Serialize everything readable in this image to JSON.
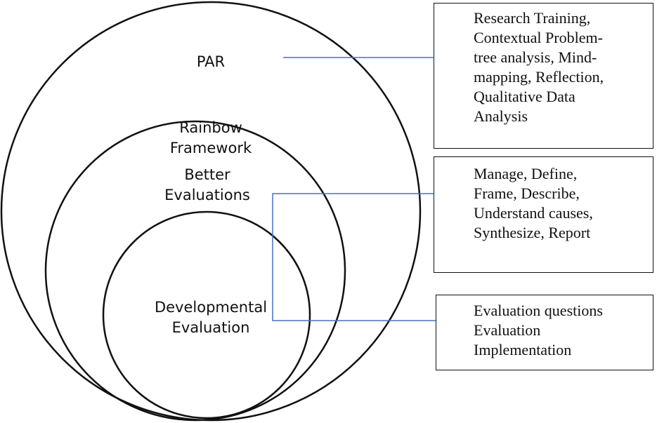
{
  "colors": {
    "outline": "#111111",
    "connector": "#4472c4",
    "background": "#ffffff"
  },
  "circles": {
    "outer": {
      "label": "PAR"
    },
    "middle": {
      "label": "Rainbow\nFramework"
    },
    "middle_sub": {
      "label": "Better\nEvaluations"
    },
    "inner": {
      "label": "Developmental\nEvaluation"
    }
  },
  "boxes": {
    "par_methods": {
      "text": "Research Training,\nContextual Problem-\ntree analysis, Mind-\nmapping, Reflection,\nQualitative Data\nAnalysis"
    },
    "rainbow_tasks": {
      "text": "Manage, Define,\nFrame, Describe,\nUnderstand causes,\nSynthesize, Report"
    },
    "de_steps": {
      "text": "Evaluation questions\nEvaluation\nImplementation"
    }
  }
}
